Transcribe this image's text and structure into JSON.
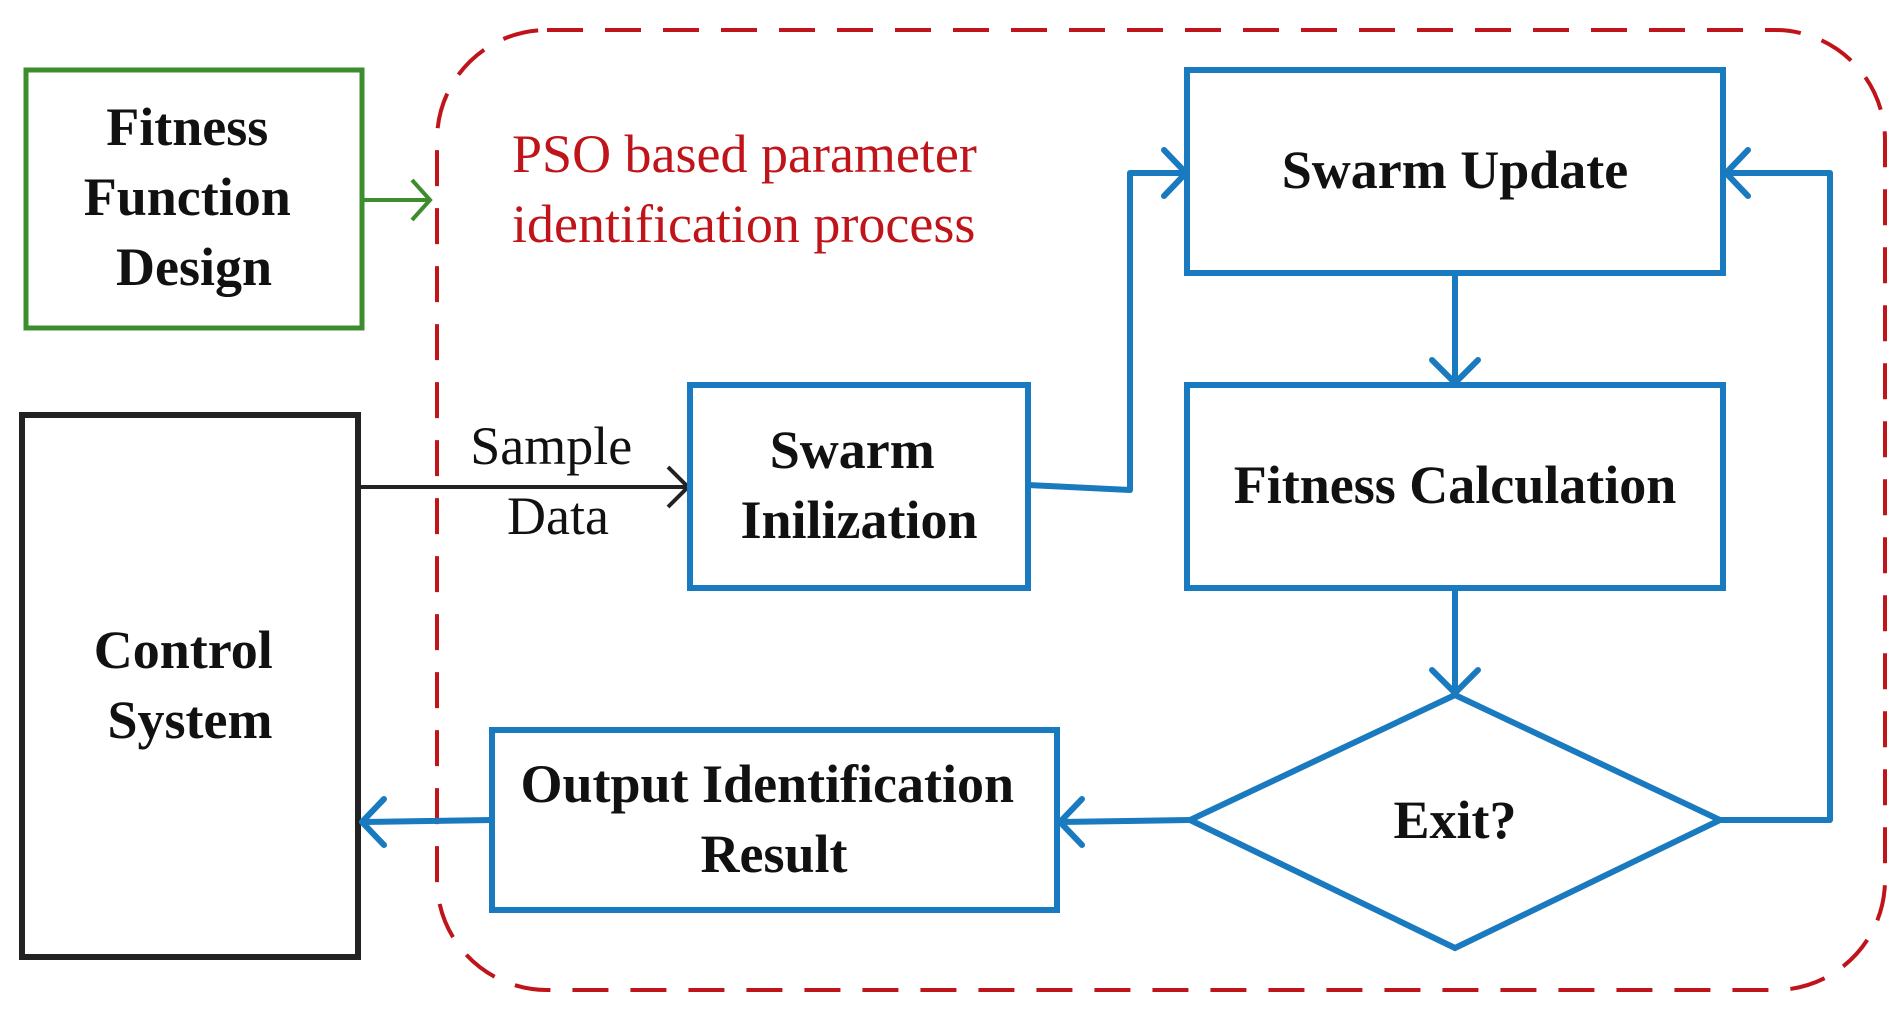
{
  "colors": {
    "blue": "#1a7abf",
    "green": "#3d8c2e",
    "red": "#c0141b",
    "black": "#222222"
  },
  "region": {
    "label_lines": [
      "PSO based parameter",
      "identification process"
    ]
  },
  "nodes": {
    "fitness_design": {
      "lines": [
        "Fitness",
        "Function",
        "Design"
      ]
    },
    "control_system": {
      "lines": [
        "Control",
        "System"
      ]
    },
    "swarm_init": {
      "lines": [
        "Swarm",
        "Inilization"
      ]
    },
    "swarm_update": {
      "lines": [
        "Swarm Update"
      ]
    },
    "fitness_calc": {
      "lines": [
        "Fitness Calculation"
      ]
    },
    "exit_decision": {
      "lines": [
        "Exit?"
      ]
    },
    "output_result": {
      "lines": [
        "Output Identification",
        "Result"
      ]
    }
  },
  "edges": {
    "sample_data": {
      "lines": [
        "Sample",
        "Data"
      ]
    }
  }
}
